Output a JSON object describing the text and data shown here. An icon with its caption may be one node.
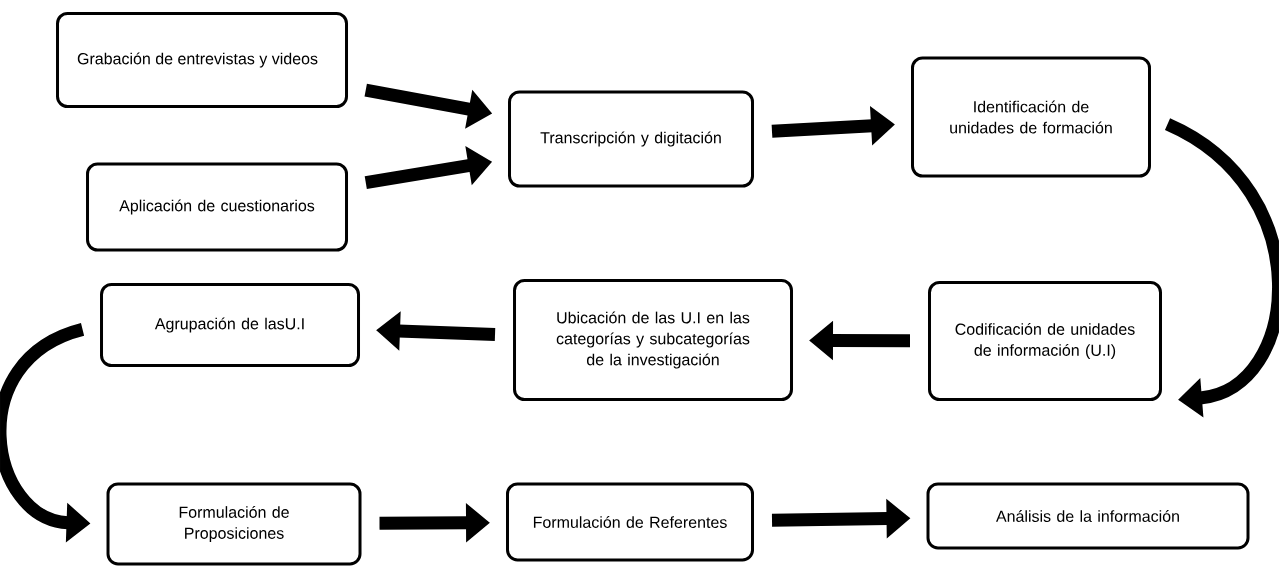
{
  "diagram": {
    "nodes": [
      {
        "text": [
          "Grabación de entrevistas y videos"
        ]
      },
      {
        "text": [
          "Aplicación de cuestionarios"
        ]
      },
      {
        "text": [
          "Transcripción y digitación"
        ]
      },
      {
        "text": [
          "Identificación de unidades de formación"
        ]
      },
      {
        "text": [
          "Codificación de unidades de información (U.I)"
        ]
      },
      {
        "text": [
          "Ubicación de las U.I en las categorías y subcategorías de la investigación"
        ]
      },
      {
        "text": [
          "Agrupación de lasU.I"
        ]
      },
      {
        "text": [
          "Formulación de Proposiciones"
        ]
      },
      {
        "text": [
          "Formulación de Referentes"
        ]
      },
      {
        "text": [
          "Análisis de la información"
        ]
      }
    ],
    "edges": [
      {
        "from": 0,
        "to": 2,
        "arrow": "to"
      },
      {
        "from": 1,
        "to": 2,
        "arrow": "to"
      },
      {
        "from": 2,
        "to": 3,
        "arrow": "to"
      },
      {
        "from": 3,
        "to": 4,
        "arrow": "to"
      },
      {
        "from": 4,
        "to": 5,
        "arrow": "to"
      },
      {
        "from": 5,
        "to": 6,
        "arrow": "to"
      },
      {
        "from": 6,
        "to": 7,
        "arrow": "to"
      },
      {
        "from": 7,
        "to": 8,
        "arrow": "to"
      },
      {
        "from": 8,
        "to": 9,
        "arrow": "to"
      }
    ]
  }
}
